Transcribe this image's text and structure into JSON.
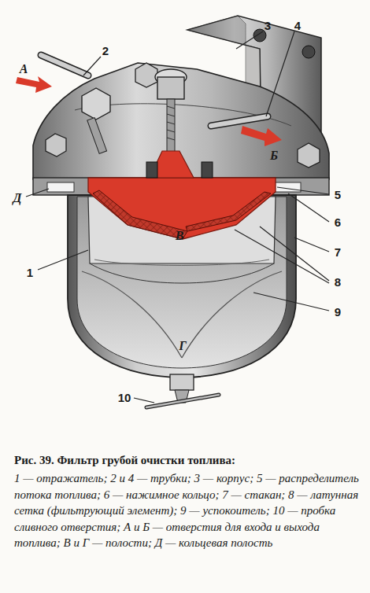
{
  "diagram": {
    "title": "Рис. 39. Фильтр грубой очистки топлива:",
    "caption": "1 — отражатель; 2 и 4 — трубки; 3 — корпус; 5 — распределитель потока топлива; 6 — нажимное кольцо; 7 — стакан; 8 — латунная сетка (фильтрующий элемент); 9 — успокоитель; 10 — пробка сливного отверстия; А и Б — отверстия для входа и выхода топлива; В и Г — полости; Д — кольцевая полость",
    "labels": [
      "А",
      "2",
      "3",
      "4",
      "Б",
      "Д",
      "5",
      "6",
      "7",
      "В",
      "1",
      "8",
      "9",
      "Г",
      "10"
    ]
  }
}
